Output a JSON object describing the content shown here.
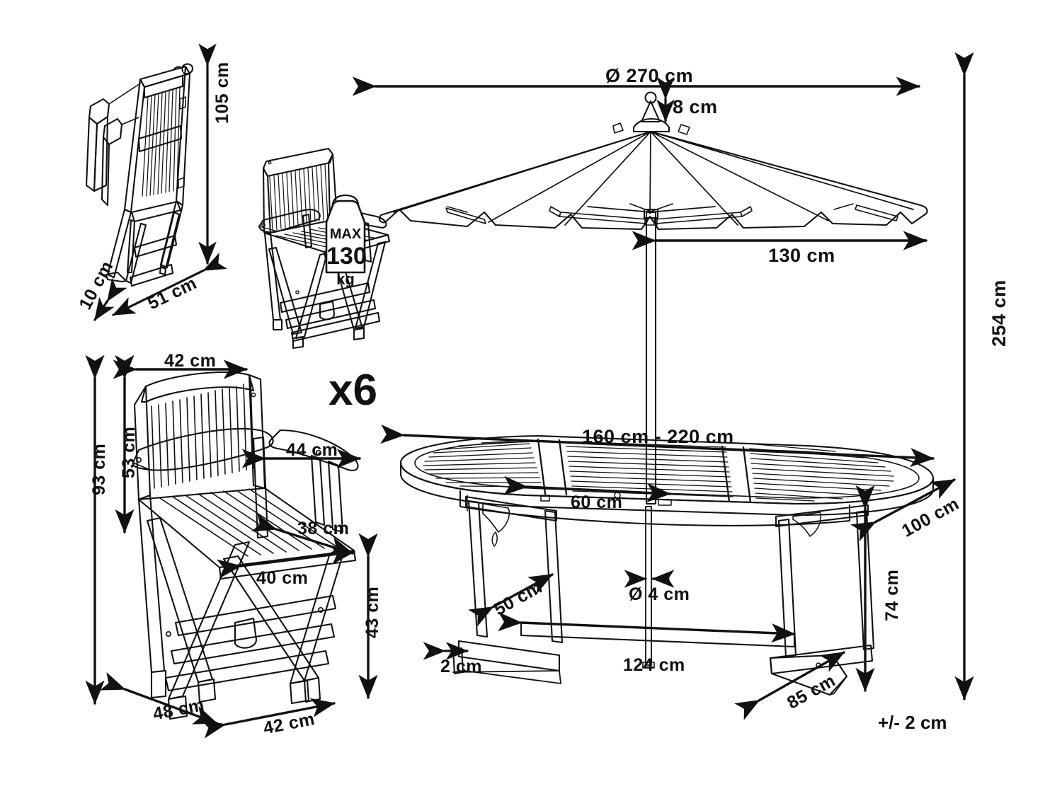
{
  "drawing": {
    "title": "Garden Dining Set Dimension Drawing",
    "stroke_color": "#111111",
    "background_color": "#ffffff",
    "tolerance_note": "+/- 2 cm",
    "quantity_multiplier": "x6"
  },
  "folded_chair": {
    "name": "folded-chair",
    "dimensions": {
      "height": "105 cm",
      "depth": "51 cm",
      "thickness": "10 cm"
    }
  },
  "weight_label": {
    "max_text": "MAX",
    "value": "130",
    "unit": "kg"
  },
  "umbrella": {
    "name": "parasol",
    "dimensions": {
      "diameter": "Ø 270 cm",
      "finial_height": "8 cm",
      "radius": "130 cm",
      "total_height": "254 cm"
    }
  },
  "chair": {
    "name": "folding-armchair",
    "dimensions": {
      "backrest_width": "42 cm",
      "total_height": "93 cm",
      "backrest_height": "53 cm",
      "armrest_length": "44 cm",
      "seat_width": "38 cm",
      "seat_depth": "40 cm",
      "seat_height": "43 cm",
      "base_depth": "48 cm",
      "base_width": "42 cm"
    }
  },
  "table": {
    "name": "extendable-oval-table",
    "dimensions": {
      "length_range": "160 cm - 220 cm",
      "extension_leaf": "60 cm",
      "width": "100 cm",
      "height": "74 cm",
      "leg_spread": "50 cm",
      "stretcher_length": "124 cm",
      "foot_thickness": "2 cm",
      "foot_length": "85 cm",
      "pole_diameter": "Ø 4 cm"
    }
  }
}
